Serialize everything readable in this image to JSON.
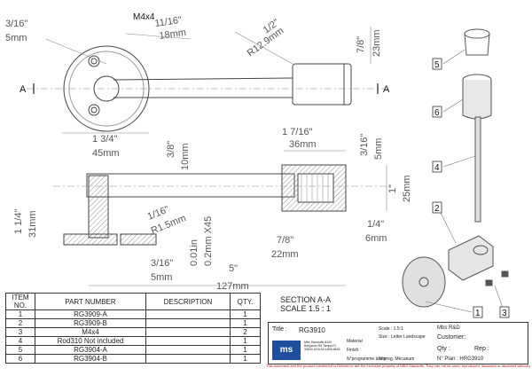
{
  "front_view": {
    "dims": {
      "top_inch": "3/16\"",
      "top_mm": "5mm",
      "thread": "M4x4",
      "flange_inch": "11/16\"",
      "flange_mm": "18mm",
      "radius_inch": "1/2\"",
      "radius_mm": "R12.9mm",
      "height_inch": "7/8\"",
      "height_mm": "23mm",
      "width_inch": "1 3/4\"",
      "width_mm": "45mm"
    },
    "section_letter": "A"
  },
  "section_view": {
    "dims": {
      "rod_len_inch": "1 7/16\"",
      "rod_len_mm": "36mm",
      "dia_inch": "3/8\"",
      "dia_mm": "10mm",
      "wall_inch": "3/16\"",
      "wall_mm": "5mm",
      "bore_inch": "1\"",
      "bore_mm": "25mm",
      "angle_inch": "1/16\"",
      "radius_mm": "R1.5mm",
      "chamfer_inch": "0.01in",
      "chamfer_mm": "0.2mm X45",
      "base_h_inch": "1 1/4\"",
      "base_h_mm": "31mm",
      "cap_inch": "7/8\"",
      "cap_mm": "22mm",
      "step_inch": "1/4\"",
      "step_mm": "6mm",
      "small_inch": "3/16\"",
      "small_mm": "5mm",
      "total_inch": "5\"",
      "total_mm": "127mm"
    }
  },
  "balloons": [
    "5",
    "6",
    "4",
    "2",
    "1",
    "3"
  ],
  "bom": {
    "headers": [
      "ITEM NO.",
      "PART NUMBER",
      "DESCRIPTION",
      "QTY."
    ],
    "rows": [
      [
        "1",
        "RG3909-A",
        "",
        "1"
      ],
      [
        "2",
        "RG3909-B",
        "",
        "1"
      ],
      [
        "3",
        "M4x4",
        "",
        "2"
      ],
      [
        "4",
        "Rod310 Not included",
        "",
        "1"
      ],
      [
        "5",
        "RG3904-A",
        "",
        "1"
      ],
      [
        "6",
        "RG3904-B",
        "",
        "1"
      ]
    ]
  },
  "section_label": {
    "line1": "SECTION A-A",
    "line2": "SCALE 1.5 : 1"
  },
  "title_block": {
    "title_label": "Title :",
    "title_value": "RG3910",
    "scale": "Scale : 1.5:1",
    "size": "Size : Letter Landscape",
    "company": "Mbs R&D",
    "customer": "Customer:",
    "qty": "Qty :",
    "rep": "Rep :",
    "plan": "N° Plan : HRG3910",
    "material": "Material",
    "finish": "Finish",
    "prog": "N°programme àsser",
    "prog2": "N°prog. Mécanum",
    "address": "Mbs Standoffs 8420 Benjamin Rd Tampa FL 33634 USA 813-806-6633",
    "logo": "ms"
  },
  "footer": "This document and the product mentioned in Reference are the exclusive property of MBS Standoffs. They can not be used, reproduced, disclosed or disclosed without prior authorization."
}
